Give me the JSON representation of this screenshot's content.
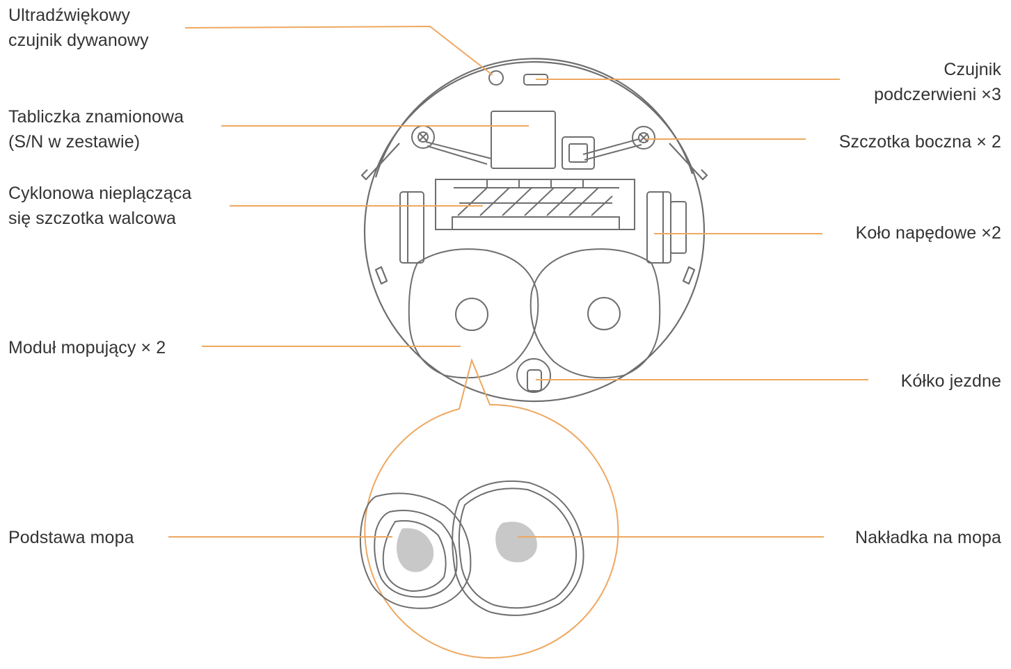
{
  "colors": {
    "callout_line": "#eea760",
    "outline": "#6e6e6e",
    "label_text": "#333333",
    "mop_fill": "#c8c8c8"
  },
  "labels": {
    "ultrasonic": [
      "Ultradźwiękowy",
      "czujnik dywanowy"
    ],
    "rating_plate": [
      "Tabliczka znamionowa",
      "(S/N w zestawie)"
    ],
    "roller_brush": [
      "Cyklonowa nieplącząca",
      "się szczotka walcowa"
    ],
    "mop_module": "Moduł mopujący × 2",
    "mop_base": "Podstawa mopa",
    "ir_sensor": [
      "Czujnik",
      "podczerwieni ×3"
    ],
    "side_brush": "Szczotka boczna × 2",
    "drive_wheel": "Koło napędowe ×2",
    "caster": "Kółko jezdne",
    "mop_pad": "Nakładka na mopa"
  }
}
